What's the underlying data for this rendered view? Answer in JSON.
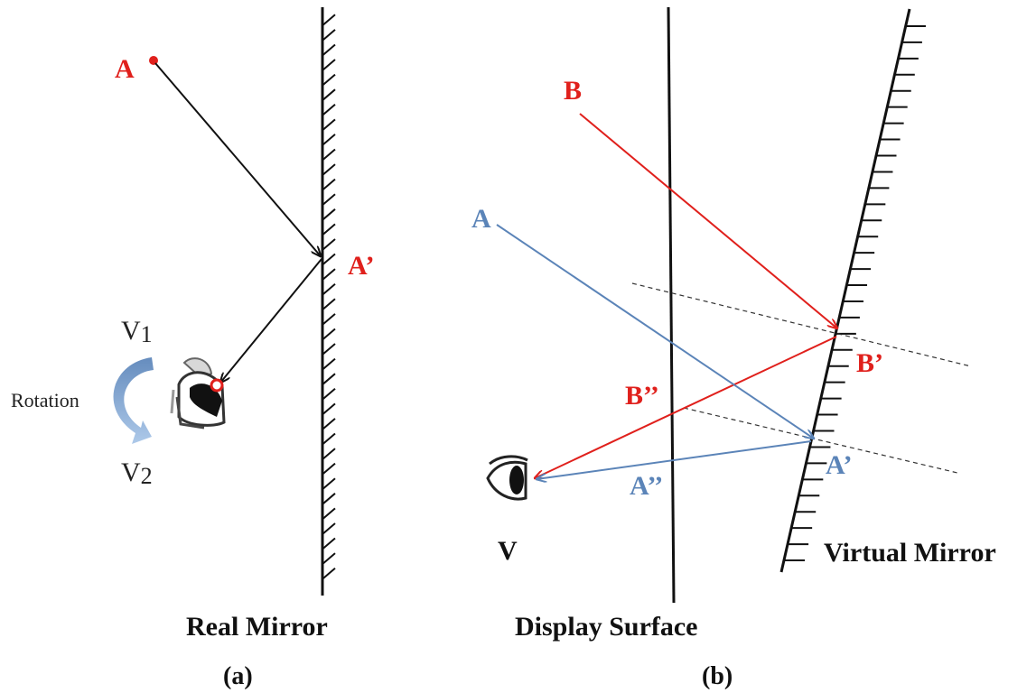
{
  "panel_a": {
    "point_a_label": "A",
    "reflection_label": "A’",
    "v1_label": "V",
    "v1_sub": "1",
    "v2_label": "V",
    "v2_sub": "2",
    "rotation_label": "Rotation",
    "mirror_caption": "Real Mirror",
    "panel_caption": "(a)"
  },
  "panel_b": {
    "point_b_label": "B",
    "point_a_label": "A",
    "b_prime_label": "B’",
    "a_prime_label": "A’",
    "b_double_prime_label": "B’’",
    "a_double_prime_label": "A’’",
    "viewer_label": "V",
    "display_caption": "Display Surface",
    "virtual_mirror_caption": "Virtual Mirror",
    "panel_caption": "(b)"
  },
  "colors": {
    "red": "#e0201c",
    "blue": "#5b84b8",
    "black": "#111111",
    "arrow_light_blue": "#7ea6d6"
  }
}
